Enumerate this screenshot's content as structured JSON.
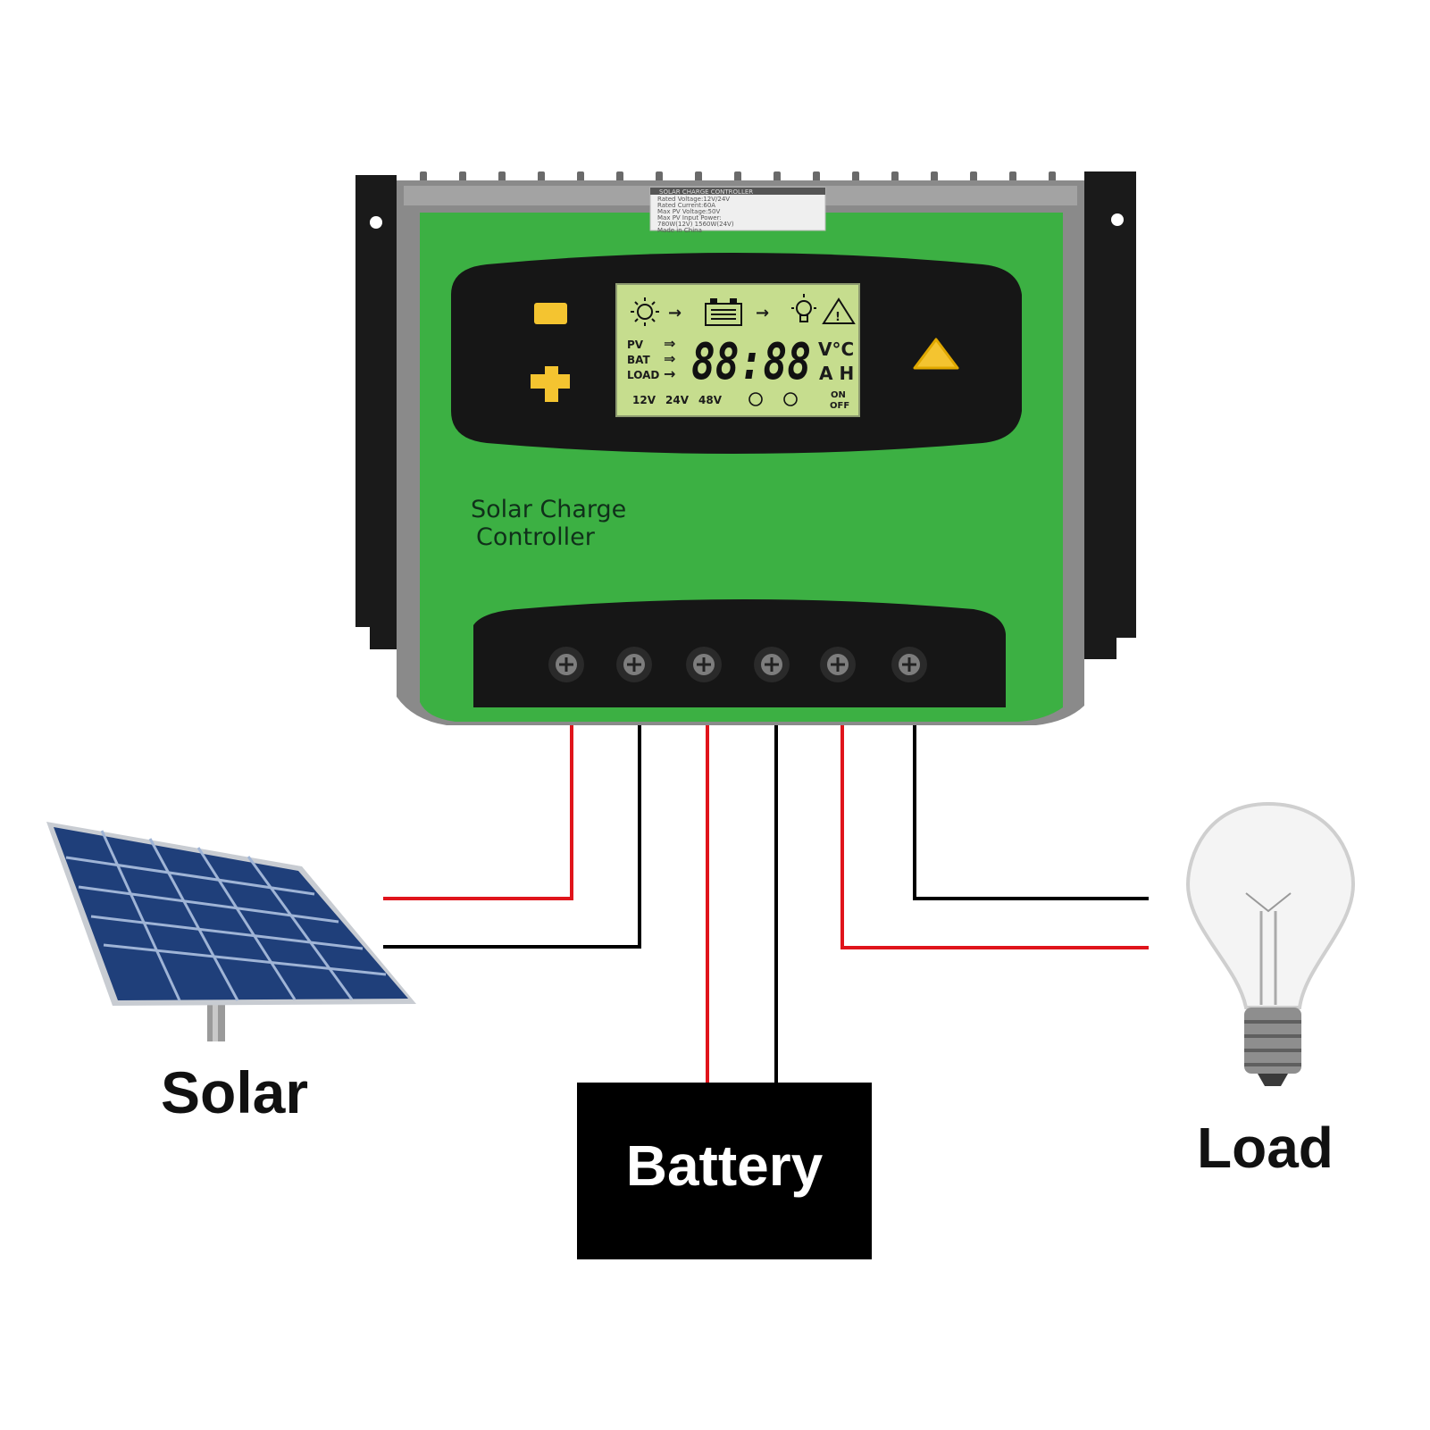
{
  "device": {
    "title_line1": "Solar Charge",
    "title_line2": "Controller",
    "sticker": {
      "header": "SOLAR CHARGE CONTROLLER",
      "lines": [
        "Rated Voltage:12V/24V",
        "Rated Current:60A",
        "Max PV Voltage:50V",
        "Max PV Input Power:",
        "780W(12V) 1560W(24V)",
        "Made in China"
      ]
    },
    "lcd": {
      "row_labels": [
        "PV",
        "BAT",
        "LOAD"
      ],
      "digits": "88:88",
      "unit_top": "V°C",
      "unit_bottom": "A H",
      "voltages": [
        "12V",
        "24V",
        "48V"
      ],
      "on_label": "ON",
      "off_label": "OFF"
    },
    "buttons": [
      "minus-button",
      "plus-button",
      "up-button"
    ],
    "accent_color": "#3cb043",
    "button_color": "#f4c430"
  },
  "labels": {
    "solar": "Solar",
    "battery": "Battery",
    "load": "Load"
  },
  "wire_colors": {
    "positive": "#e0141b",
    "negative": "#000000"
  }
}
